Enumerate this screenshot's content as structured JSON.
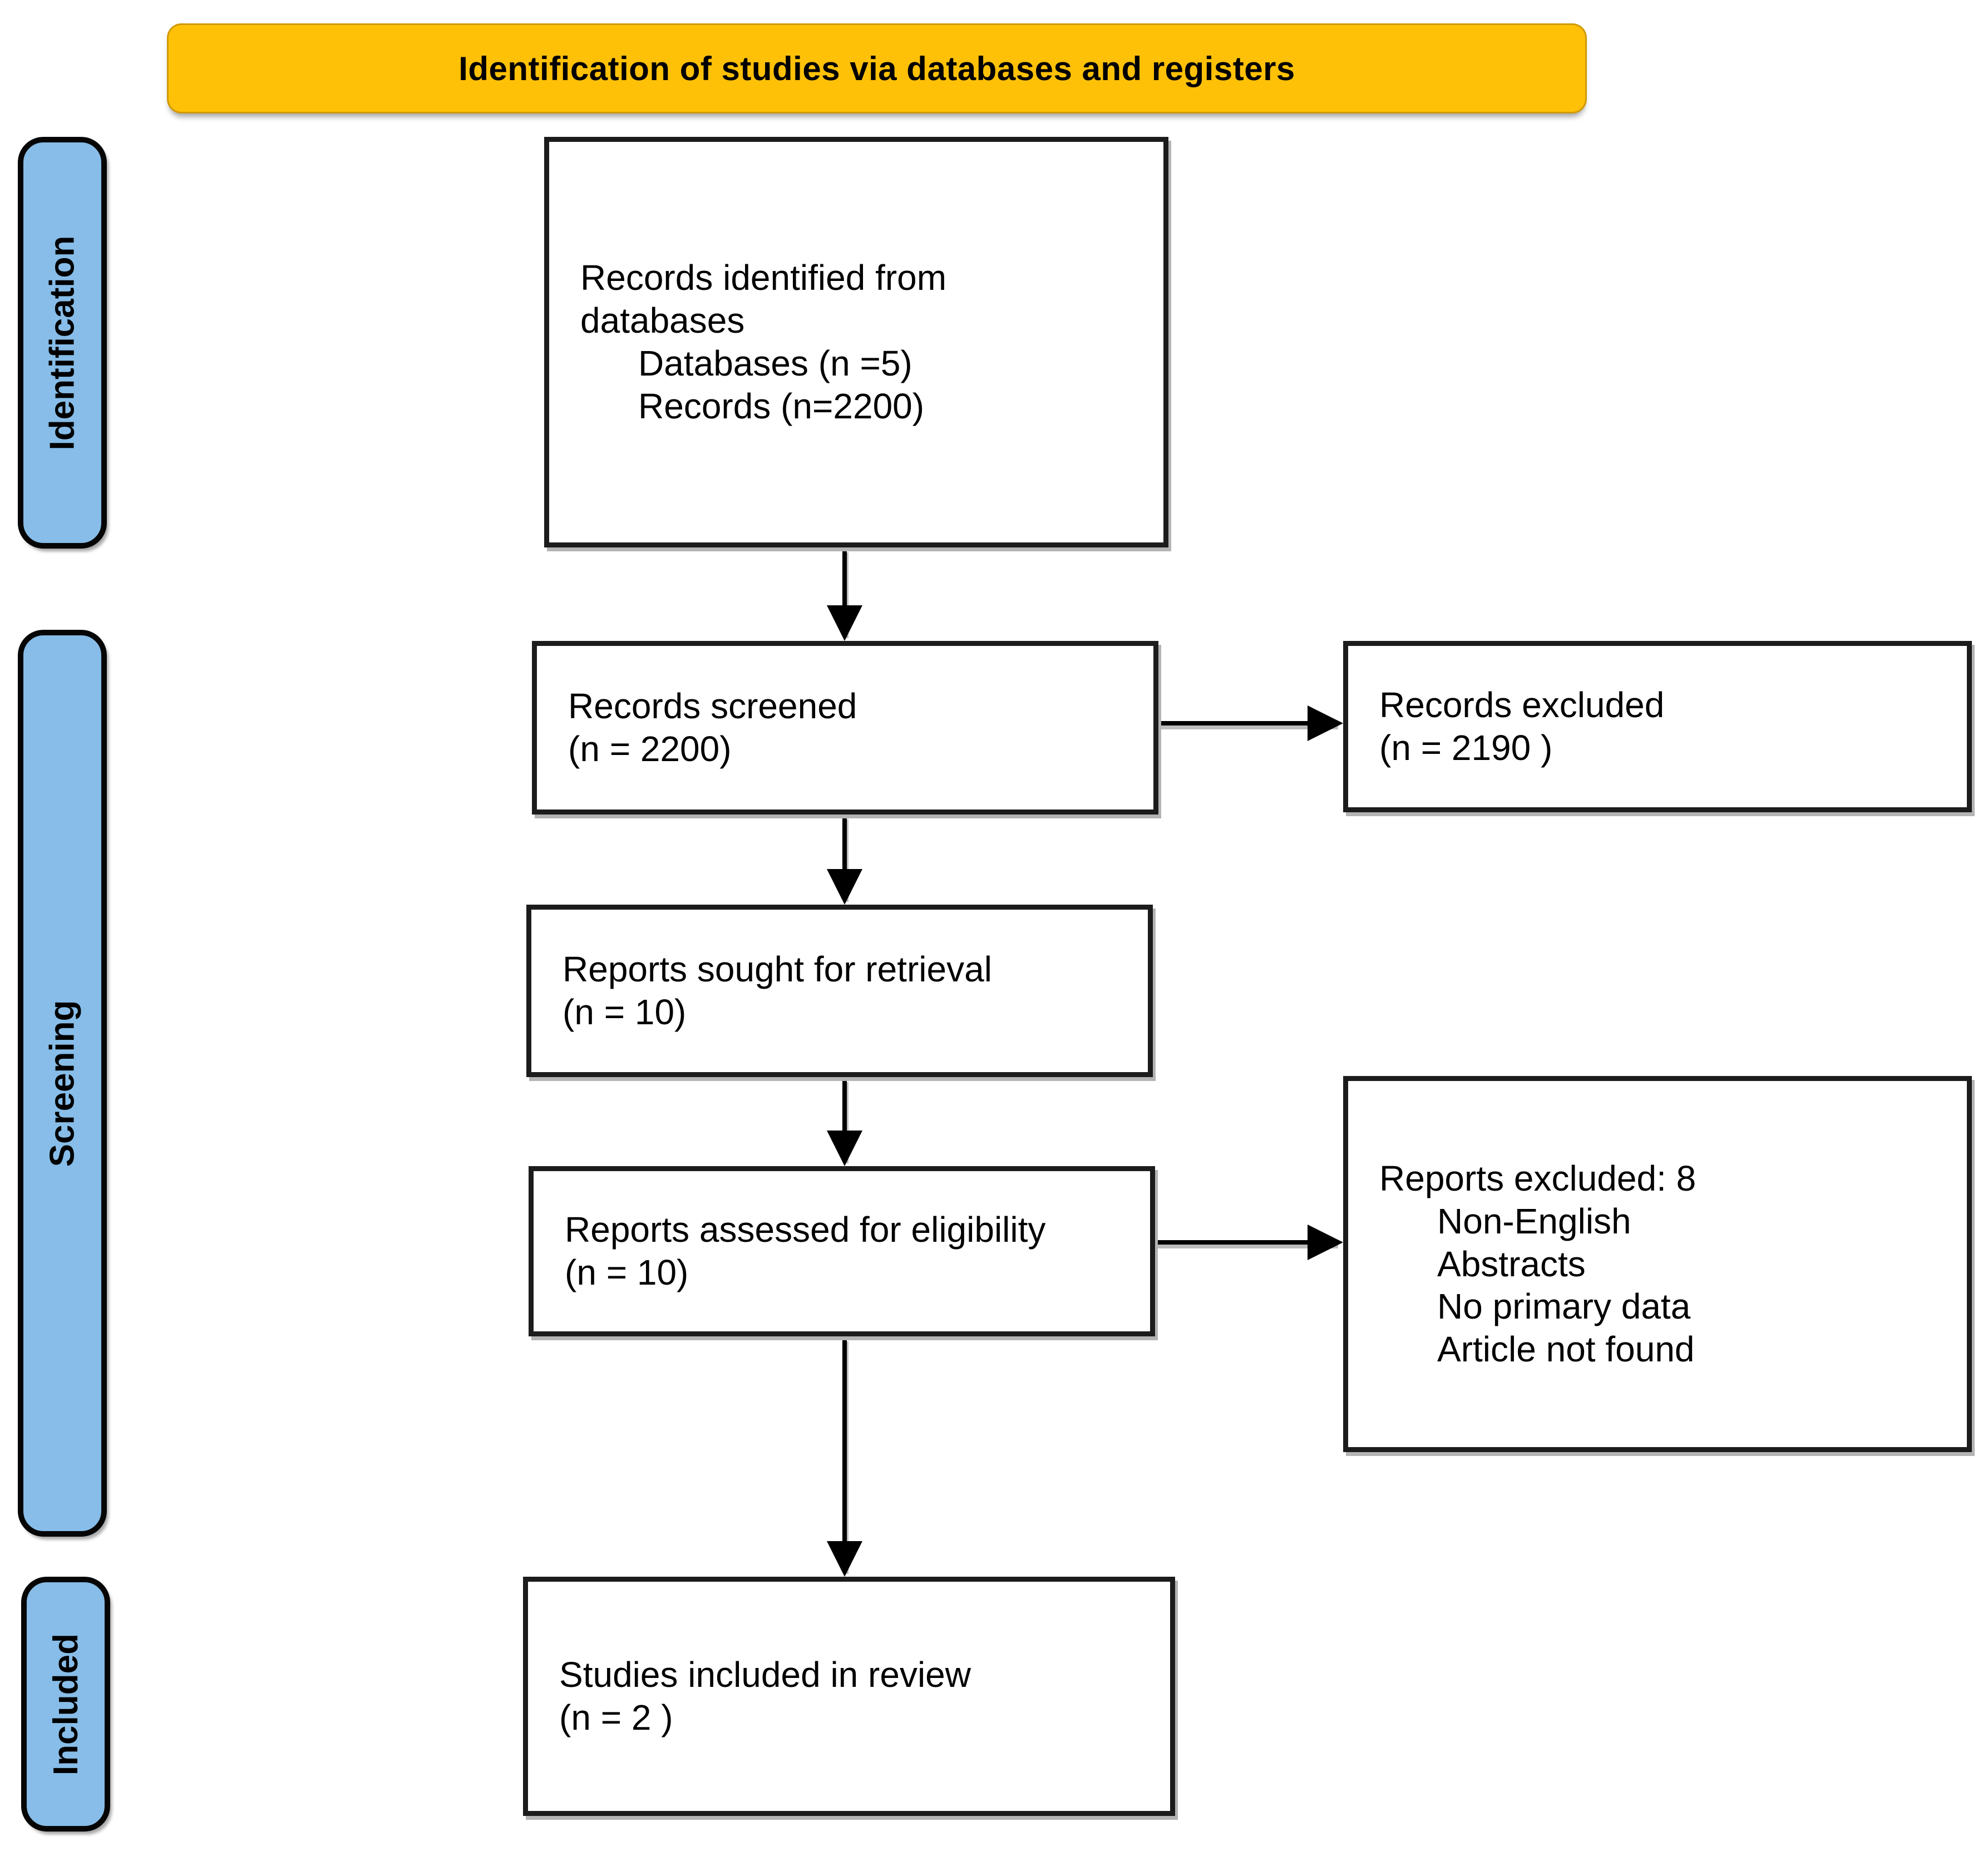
{
  "header": {
    "title": "Identification of studies via databases and registers"
  },
  "stages": [
    {
      "label": "Identification"
    },
    {
      "label": "Screening"
    },
    {
      "label": "Included"
    }
  ],
  "boxes": {
    "records_identified": {
      "lines": [
        "Records identified from",
        "databases",
        "Databases (n =5)",
        "Records (n=2200)"
      ]
    },
    "records_screened": {
      "lines": [
        "Records screened",
        "(n = 2200)"
      ]
    },
    "records_excluded": {
      "lines": [
        "Records excluded",
        "(n = 2190 )"
      ]
    },
    "reports_sought": {
      "lines": [
        "Reports sought for retrieval",
        "(n = 10)"
      ]
    },
    "reports_assessed": {
      "lines": [
        "Reports assessed for eligibility",
        "(n = 10)"
      ]
    },
    "reports_excluded": {
      "lines": [
        "Reports excluded: 8",
        "Non-English",
        "Abstracts",
        "No primary data",
        "Article not found"
      ]
    },
    "studies_included": {
      "lines": [
        "Studies included in review",
        "(n = 2 )"
      ]
    }
  },
  "colors": {
    "header_fill": "#FFC107",
    "stage_fill": "#87BDE8",
    "box_border": "#1c1c1c",
    "text_color": "#000000"
  }
}
